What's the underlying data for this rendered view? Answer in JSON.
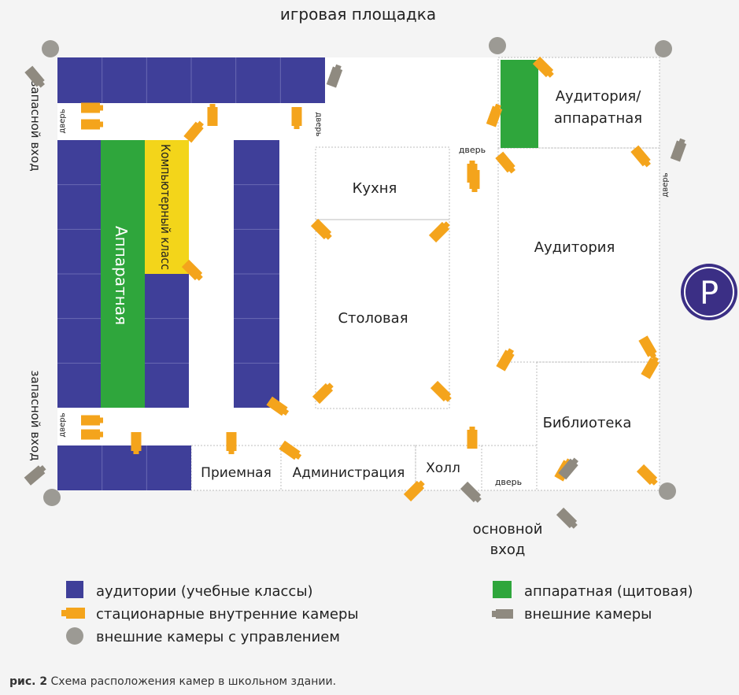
{
  "colors": {
    "classroom": "#3f3f99",
    "classroom_grid": "#6a6ab3",
    "server": "#2fa63c",
    "computer_class": "#f3d51a",
    "camera_indoor": "#f4a41c",
    "camera_outdoor": "#8f8a80",
    "camera_ptz": "#9c9a94",
    "parking": "#3b2f85"
  },
  "labels": {
    "playground": "игровая площадка",
    "emergency_exit": "запасной вход",
    "door": "дверь",
    "main_entrance_line1": "основной",
    "main_entrance_line2": "вход",
    "parking_sign": "P"
  },
  "rooms": {
    "server_room": "Аппаратная",
    "computer_class": "Компьютерный класс",
    "kitchen": "Кухня",
    "canteen": "Столовая",
    "auditorium_server_line1": "Аудитория/",
    "auditorium_server_line2": "аппаратная",
    "auditorium": "Аудитория",
    "library": "Библиотека",
    "reception": "Приемная",
    "administration": "Администрация",
    "hall": "Холл"
  },
  "legend": {
    "classrooms": "аудитории (учебные классы)",
    "server_rooms": "аппаратная (щитовая)",
    "indoor_cameras": "стационарные внутренние камеры",
    "outdoor_cameras": "внешние камеры",
    "ptz_cameras": "внешние камеры с управлением"
  },
  "caption": {
    "prefix": "рис. 2",
    "text": "Схема расположения камер в школьном здании."
  }
}
